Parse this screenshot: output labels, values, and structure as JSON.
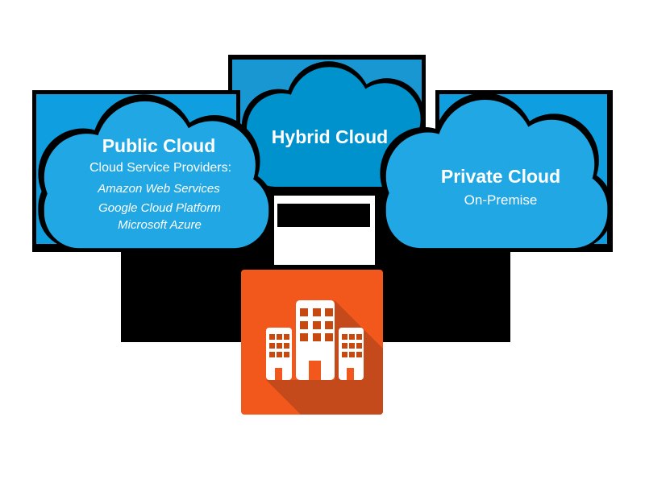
{
  "colors": {
    "background": "#FFFFFF",
    "black": "#000000",
    "white": "#FFFFFF"
  },
  "clouds": {
    "public": {
      "title": "Public Cloud",
      "subtitle": "Cloud Service Providers:",
      "providers": [
        "Amazon Web Services",
        "Google Cloud Platform",
        "Microsoft Azure"
      ],
      "cloud_fill": "#21A7E3",
      "panel_fill": "#0F9FE0"
    },
    "hybrid": {
      "title": "Hybrid Cloud",
      "cloud_fill": "#0092CD",
      "panel_fill": "#1897D2"
    },
    "private": {
      "title": "Private Cloud",
      "subtitle": "On-Premise",
      "cloud_fill": "#21A7E3",
      "panel_fill": "#0F9FE0"
    }
  },
  "datacenter": {
    "icon": "buildings-icon",
    "box_fill": "#F2571C",
    "shadow_fill": "#C4491B",
    "building_fill": "#FFFFFF",
    "window_fill": "#C8490F"
  }
}
